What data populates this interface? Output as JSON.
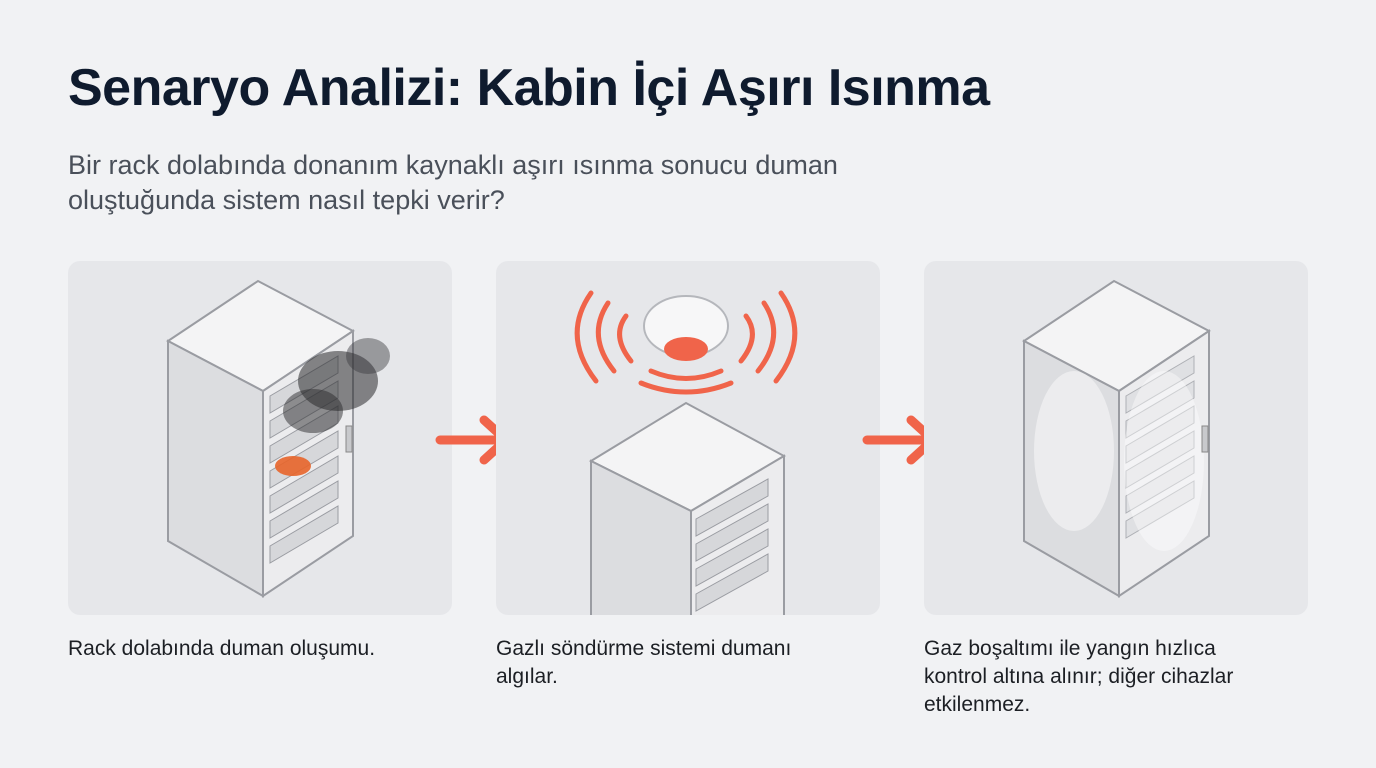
{
  "title": "Senaryo Analizi: Kabin İçi Aşırı Isınma",
  "subtitle": "Bir rack dolabında donanım kaynaklı aşırı ısınma sonucu duman oluştuğunda sistem nasıl tepki verir?",
  "steps": [
    {
      "caption": "Rack dolabında duman oluşumu.",
      "icon": "smoking-rack-icon"
    },
    {
      "caption": "Gazlı söndürme sistemi dumanı algılar.",
      "icon": "smoke-detector-alarm-icon"
    },
    {
      "caption": "Gaz boşaltımı ile yangın hızlıca kontrol altına alınır; diğer cihazlar etkilenmez.",
      "icon": "gas-filled-rack-icon"
    }
  ],
  "colors": {
    "accent": "#f0644a",
    "title": "#0f1b2e"
  }
}
